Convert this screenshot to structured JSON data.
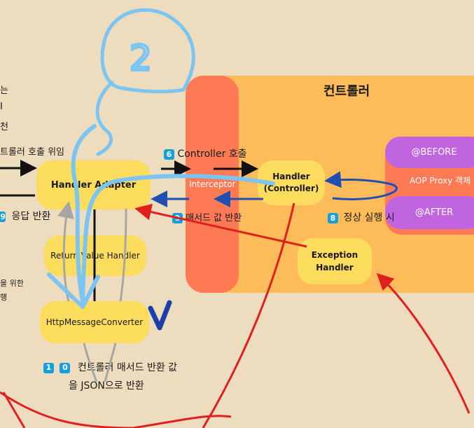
{
  "left_partial": {
    "line1": "는",
    "line2": "I",
    "line3": "천",
    "call_delegate": "트롤러 호출 위임",
    "response_num": "9",
    "response_label": "응답 반환",
    "for_line1": "을 위한",
    "for_line2": "행"
  },
  "controller_area": {
    "title": "컨트롤러"
  },
  "boxes": {
    "handler_adapter": "Handler Adapter",
    "interceptor": "Interceptor",
    "handler_line1": "Handler",
    "handler_line2": "(Controller)",
    "return_value_handler": "Return Value Handler",
    "http_message_converter": "HttpMessageConverter",
    "exception_line1": "Exception",
    "exception_line2": "Handler",
    "before": "@BEFORE",
    "aop_proxy": "AOP Proxy 객체",
    "after": "@AFTER"
  },
  "labels": {
    "step6_num": "6",
    "step6_text": "Controller 호출",
    "step9_num": "9",
    "step9_text": "매서드 값 반환",
    "step8_num": "8",
    "step8_text": "정상 실행 시",
    "step10_num1": "1",
    "step10_num2": "0",
    "step10_line1": "컨트롤러 매서드 반환 값",
    "step10_line2": "을 JSON으로 반환"
  },
  "handwriting": {
    "circled_number": "2"
  },
  "colors": {
    "background": "#eedcbf",
    "controller_area": "#fdbb5a",
    "interceptor": "#fd7a55",
    "box_yellow": "#fcdc5c",
    "aop_purple": "#c065df",
    "aop_bg": "#fd7a55",
    "badge_blue": "#14a0dd",
    "arrow_blue": "#1f4fb0",
    "pen_lightblue": "#7cc4f2",
    "pen_red": "#e0201e",
    "pen_navy": "#1a3fa8"
  }
}
